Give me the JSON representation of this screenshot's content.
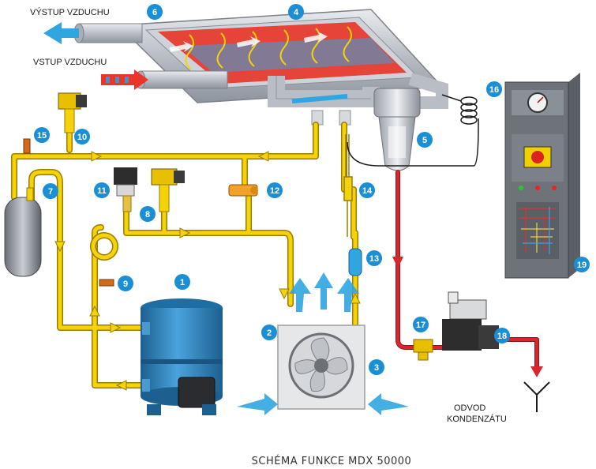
{
  "labels": {
    "air_out": "VÝSTUP VZDUCHU",
    "air_in": "VSTUP VZDUCHU",
    "drain_line1": "ODVOD",
    "drain_line2": "KONDENZÁTU",
    "caption": "SCHÉMA FUNKCE MDX 50000"
  },
  "markers": [
    "1",
    "2",
    "3",
    "4",
    "5",
    "6",
    "7",
    "8",
    "9",
    "10",
    "11",
    "12",
    "13",
    "14",
    "15",
    "16",
    "17",
    "18",
    "19"
  ],
  "colors": {
    "refrigerant_pipe": "#f5d20a",
    "pipe_outline": "#9a7d00",
    "hot_air": "#e8362b",
    "cold_air": "#2fa6e0",
    "marker": "#1a8fd6",
    "condensate_pipe": "#d8262c",
    "compressor": "#2a7fb8",
    "housing": "#c8ccd2"
  }
}
